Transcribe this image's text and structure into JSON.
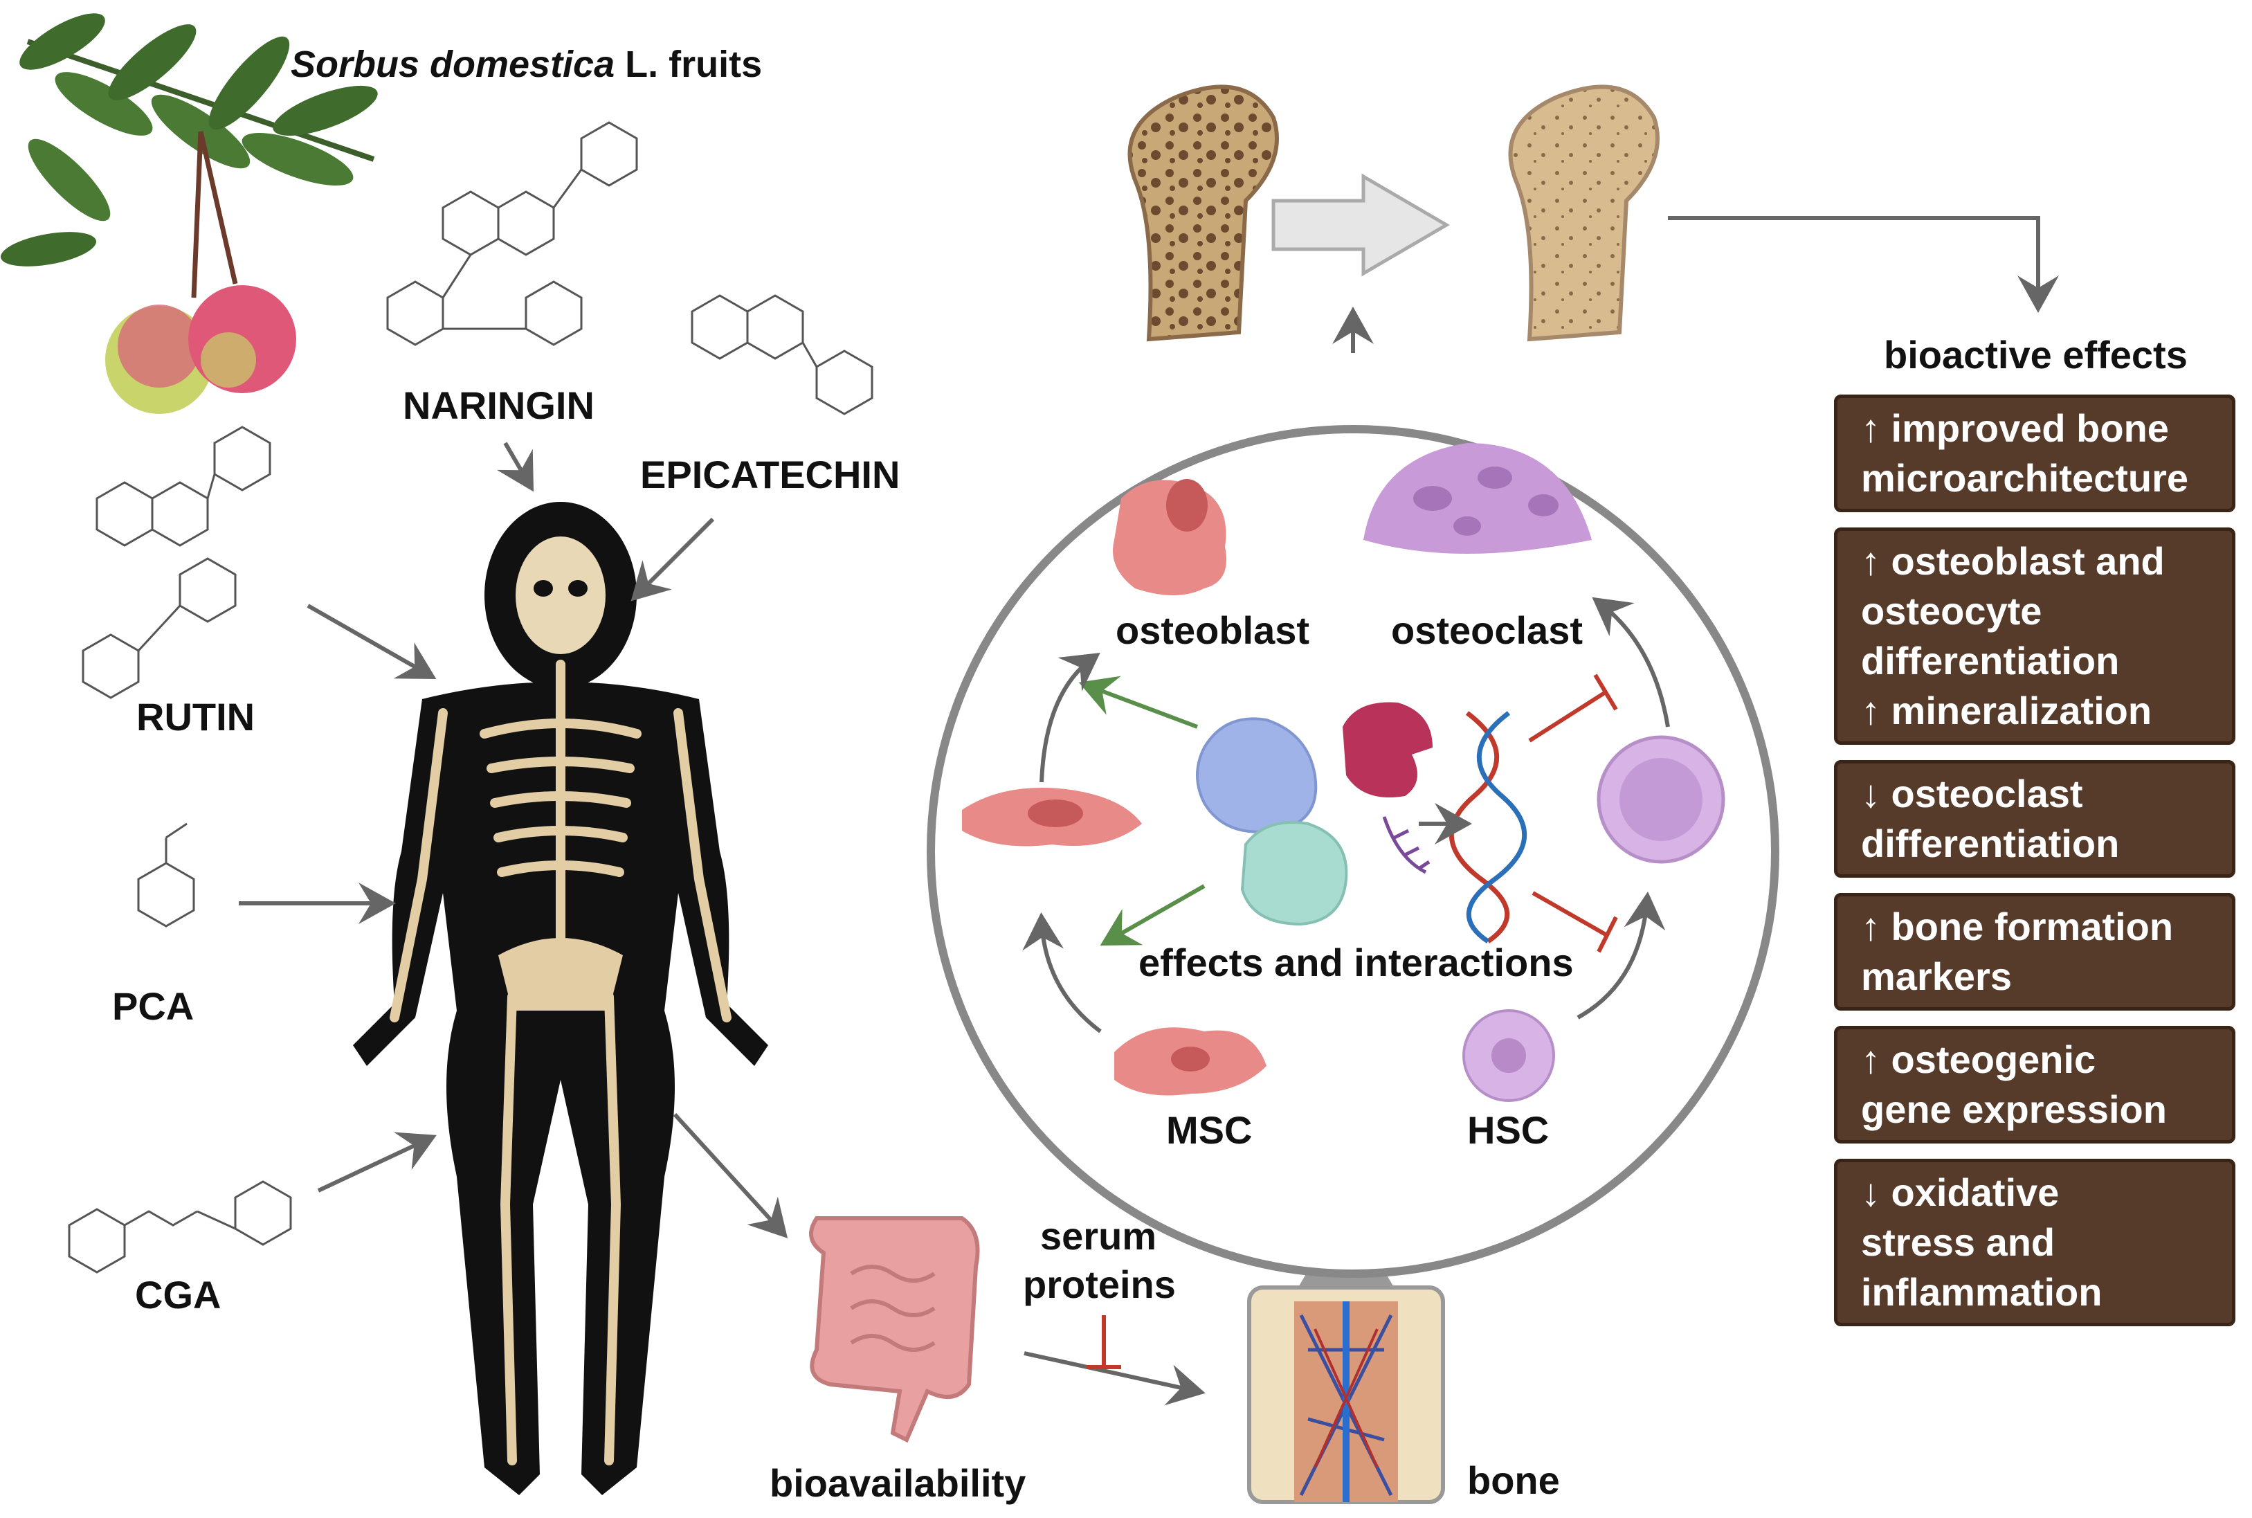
{
  "title": {
    "italic": "Sorbus domestica",
    "rest": " L. fruits"
  },
  "compounds": {
    "naringin": "NARINGIN",
    "epicatechin": "EPICATECHIN",
    "rutin": "RUTIN",
    "pca": "PCA",
    "cga": "CGA"
  },
  "cells": {
    "osteoblast": "osteoblast",
    "osteoclast": "osteoclast",
    "msc": "MSC",
    "hsc": "HSC",
    "center": "effects and interactions"
  },
  "bottom": {
    "serum_line1": "serum",
    "serum_line2": "proteins",
    "bioavailability": "bioavailability",
    "bone": "bone"
  },
  "effects_title": "bioactive effects",
  "effects": [
    {
      "lines": [
        "↑ improved bone",
        "microarchitecture"
      ]
    },
    {
      "lines": [
        "↑ osteoblast and",
        "osteocyte",
        "differentiation",
        "↑ mineralization"
      ]
    },
    {
      "lines": [
        "↓ osteoclast",
        "differentiation"
      ]
    },
    {
      "lines": [
        "↑ bone formation",
        "markers"
      ]
    },
    {
      "lines": [
        "↑ osteogenic",
        "gene expression"
      ]
    },
    {
      "lines": [
        "↓ oxidative",
        "stress and",
        "inflammation"
      ]
    }
  ],
  "colors": {
    "panel": "#563a2a",
    "arrow": "#666666",
    "inhibit": "#c0392b",
    "promote": "#5a8f4a",
    "bone": "#d8c09a",
    "osteoblast": "#e88a88",
    "osteoclast": "#c89ad8",
    "hsc": "#d7b3e6"
  }
}
